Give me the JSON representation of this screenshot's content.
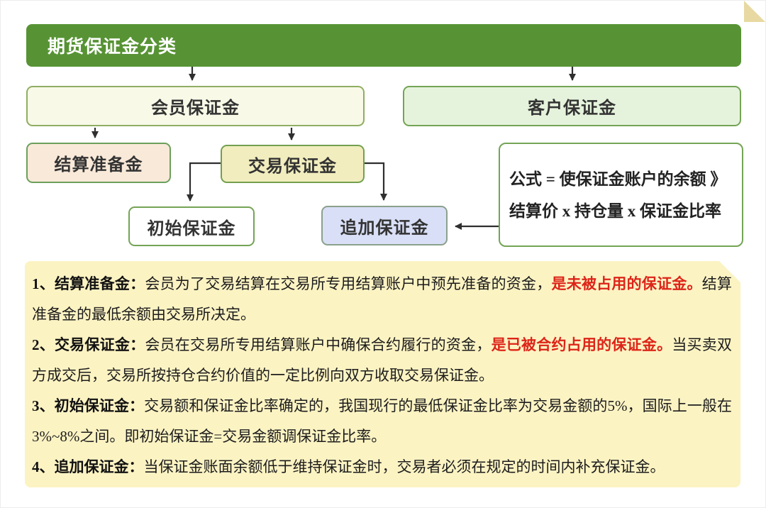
{
  "header": {
    "title": "期货保证金分类"
  },
  "flowchart": {
    "member_box": "会员保证金",
    "customer_box": "客户保证金",
    "settlement_box": "结算准备金",
    "trading_box": "交易保证金",
    "initial_box": "初始保证金",
    "additional_box": "追加保证金",
    "formula": {
      "line1": "公式 = 使保证金账户的余额 》",
      "line2": "结算价 x 持仓量 x 保证金比率"
    }
  },
  "notes": {
    "items": [
      {
        "segments": [
          {
            "text": "1、结算准备金：",
            "style": "label"
          },
          {
            "text": "会员为了交易结算在交易所专用结算账户中预先准备的资金，",
            "style": "normal"
          },
          {
            "text": "是未被占用的保证金。",
            "style": "red"
          },
          {
            "text": "结算准备金的最低余额由交易所决定。",
            "style": "normal"
          }
        ]
      },
      {
        "segments": [
          {
            "text": "2、交易保证金：",
            "style": "label"
          },
          {
            "text": "会员在交易所专用结算账户中确保合约履行的资金，",
            "style": "normal"
          },
          {
            "text": "是已被合约占用的保证金。",
            "style": "red"
          },
          {
            "text": "当买卖双方成交后，交易所按持仓合约价值的一定比例向双方收取交易保证金。",
            "style": "normal"
          }
        ]
      },
      {
        "segments": [
          {
            "text": "3、初始保证金：",
            "style": "label"
          },
          {
            "text": "交易额和保证金比率确定的，我国现行的最低保证金比率为交易金额的5%，国际上一般在3%~8%之间。即初始保证金=交易金额调保证金比率。",
            "style": "normal"
          }
        ]
      },
      {
        "segments": [
          {
            "text": "4、追加保证金：",
            "style": "label"
          },
          {
            "text": "当保证金账面余额低于维持保证金时，交易者必须在规定的时间内补充保证金。",
            "style": "normal"
          }
        ]
      }
    ]
  },
  "colors": {
    "header_green": "#579334",
    "member_fill": "#f8f9e7",
    "customer_fill": "#e6f3dc",
    "settlement_fill": "#f9e9d9",
    "trading_fill": "#f1edbe",
    "initial_fill": "#ffffff",
    "additional_fill": "#d9dff6",
    "box_border_green": "#74a455",
    "note_fill": "#fcf3c3",
    "note_fold": "#e7d9a1",
    "highlight_red": "#dd2418",
    "connector": "#2f2f2f"
  }
}
